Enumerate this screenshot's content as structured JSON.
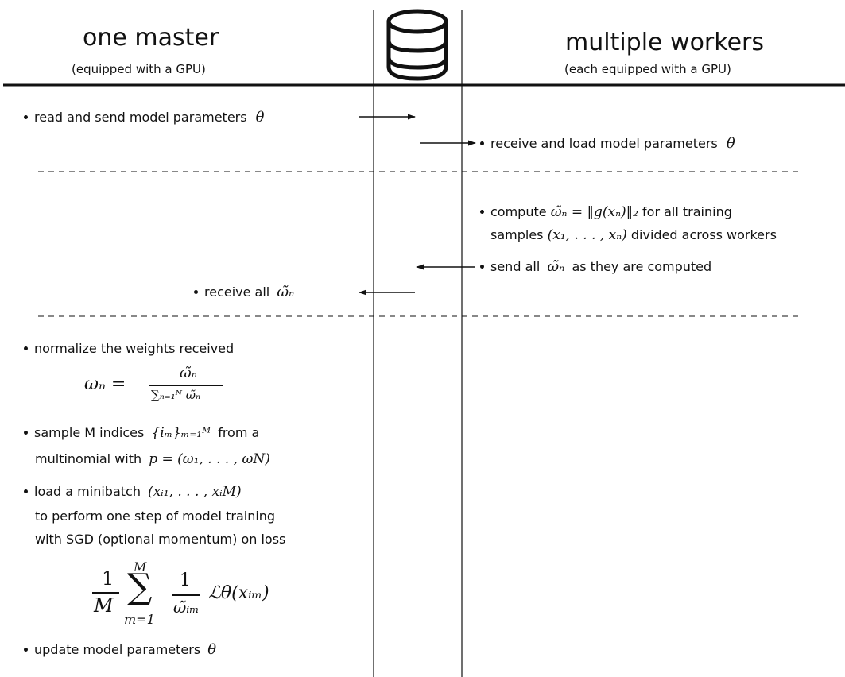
{
  "master": {
    "title": "one master",
    "subtitle": "(equipped with a GPU)"
  },
  "workers": {
    "title": "multiple workers",
    "subtitle": "(each equipped with a GPU)"
  },
  "icons": {
    "storage": "database-icon"
  },
  "phase1": {
    "master_step": "read and send model parameters",
    "master_sym": "θ",
    "worker_step": "receive and load model parameters",
    "worker_sym": "θ"
  },
  "phase2": {
    "compute_prefix": "compute",
    "compute_formula": "ω̃ₙ = ‖g(xₙ)‖₂",
    "compute_suffix": "for all training",
    "compute_line2_formula": "(x₁, . . . , xₙ)",
    "compute_line2_pre": "samples",
    "compute_line2_post": "divided across workers",
    "send_prefix": "send all",
    "send_sym": "ω̃ₙ",
    "send_suffix": "as they are computed",
    "receive_prefix": "receive all",
    "receive_sym": "ω̃ₙ"
  },
  "phase3": {
    "normalize": "normalize the weights received",
    "norm_lhs": "ωₙ =",
    "norm_num": "ω̃ₙ",
    "norm_den": "∑ₙ₌₁ᴺ ω̃ₙ",
    "sample_pre": "sample M indices",
    "sample_set": "{iₘ}ₘ₌₁ᴹ",
    "sample_post": "from a",
    "sample_line2_pre": "multinomial with",
    "sample_line2_formula": "p = (ω₁, . . . , ωN)",
    "load_pre": "load a minibatch",
    "load_formula": "(xᵢ₁, . . . , xᵢM)",
    "load_line2": "to perform one step of model training",
    "load_line3": "with SGD (optional momentum) on loss",
    "loss_frac_num": "1",
    "loss_frac_den": "M",
    "loss_sum_top": "M",
    "loss_sum_bottom": "m=1",
    "loss_sum_sym": "∑",
    "loss_w_num": "1",
    "loss_w_den": "ω̃ᵢₘ",
    "loss_term": "ℒθ(xᵢₘ)",
    "update": "update model parameters",
    "update_sym": "θ"
  }
}
